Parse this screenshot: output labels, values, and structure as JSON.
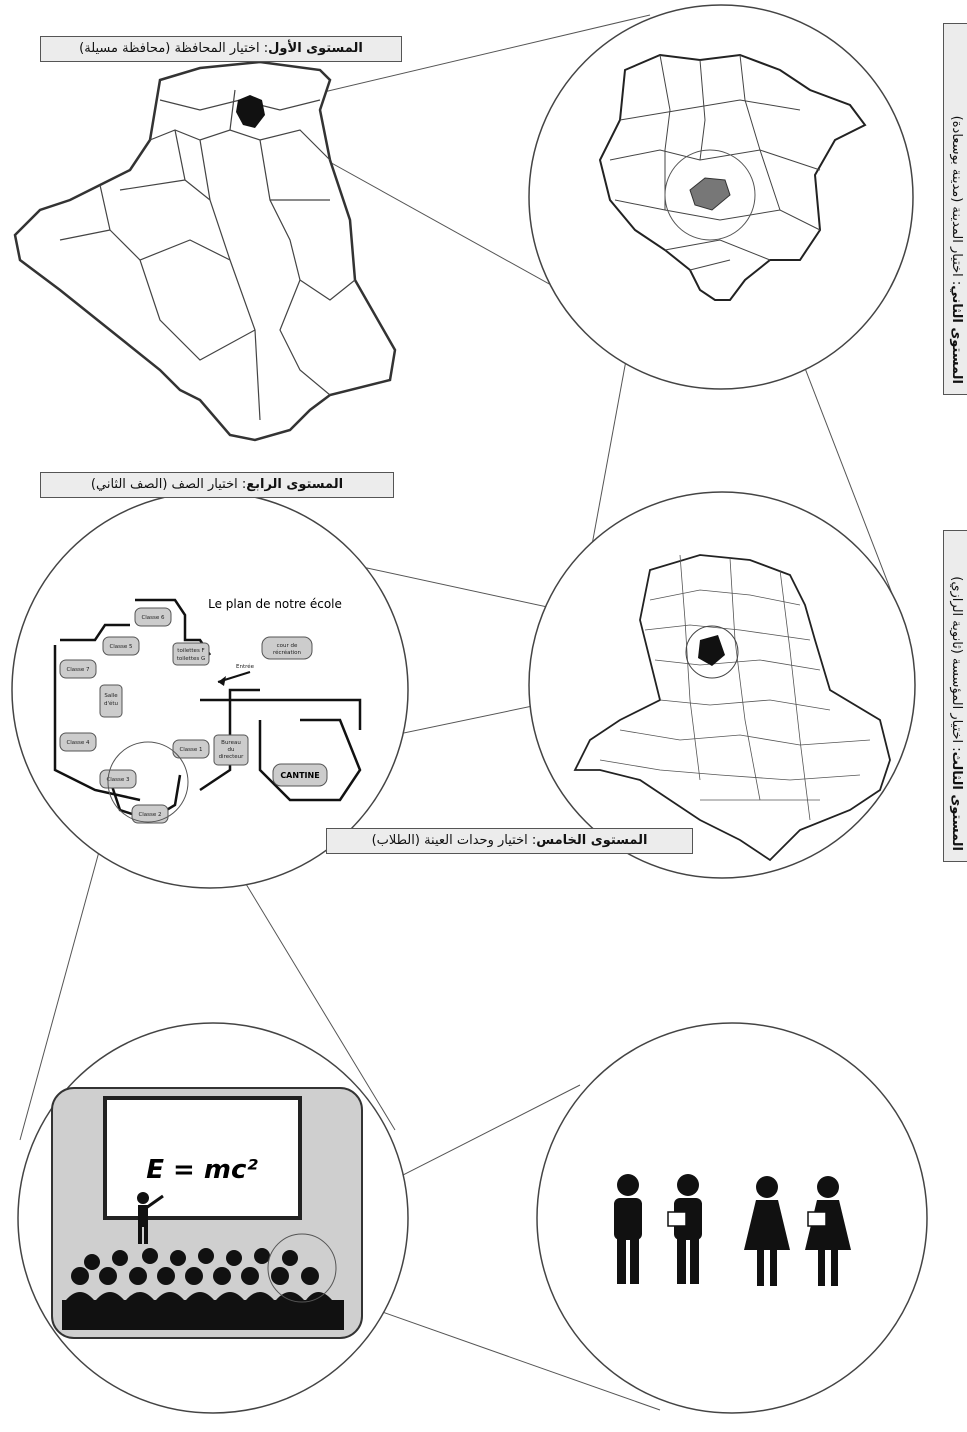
{
  "levels": {
    "level1": {
      "title": "المستوى الأول",
      "text": ": اختيار المحافظة (محافظة مسيلة)"
    },
    "level2": {
      "title": "المستوى الثاني",
      "text": ": اختيار المدينة (مدينة بوسعادة)"
    },
    "level3": {
      "title": "المستوى الثالث",
      "text": ": اختيار المؤسسة (ثانوية الرازي)"
    },
    "level4": {
      "title": "المستوى الرابع",
      "text": ": اختيار الصف (الصف الثاني)"
    },
    "level5": {
      "title": "المستوى الخامس",
      "text": ": اختيار وحدات العينة  (الطلاب)"
    }
  },
  "school_plan": {
    "title": "Le plan de notre école",
    "rooms": {
      "classe6": "Classe 6",
      "classe5": "Classe 5",
      "classe7": "Classe 7",
      "classe4": "Classe 4",
      "classe3": "Classe 3",
      "classe2": "Classe 2",
      "classe1": "Classe 1",
      "salle1": "Salle",
      "salle2": "d'étu",
      "toilettes_f": "toilettes F",
      "toilettes_g": "toilettes G",
      "cour1": "cour de",
      "cour2": "récréation",
      "entree": "Entrée",
      "bureau1": "Bureau",
      "bureau2": "du",
      "bureau3": "directeur",
      "cantine": "CANTINE"
    }
  },
  "equation": "E = mc²"
}
